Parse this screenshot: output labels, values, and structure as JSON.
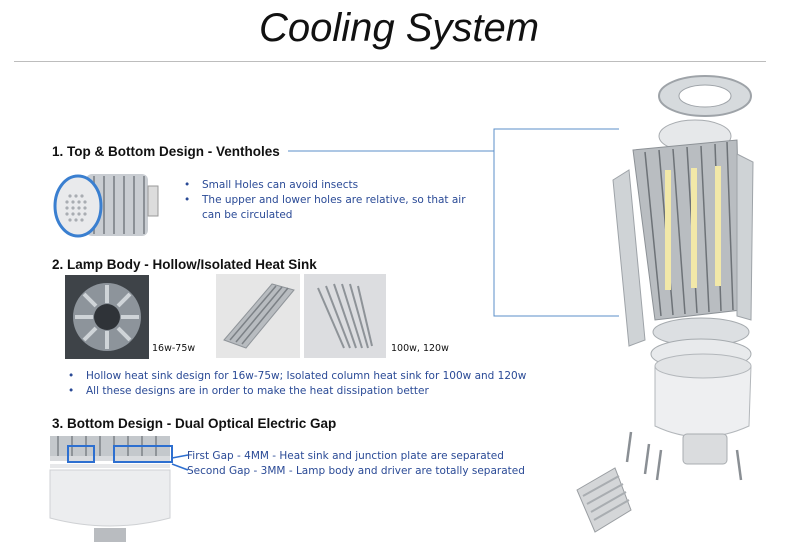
{
  "title": "Cooling System",
  "section1": {
    "heading": "1. Top & Bottom Design - Ventholes",
    "bullets": [
      "Small Holes can avoid insects",
      "The upper and lower holes are relative, so that air can be circulated"
    ]
  },
  "section2": {
    "heading": "2. Lamp Body - Hollow/Isolated Heat Sink",
    "caption_left": "16w-75w",
    "caption_right": "100w, 120w",
    "bullets": [
      "Hollow heat sink design for 16w-75w; Isolated column heat sink for 100w and 120w",
      "All these designs are in order to make the heat dissipation better"
    ]
  },
  "section3": {
    "heading": "3. Bottom Design - Dual Optical Electric Gap",
    "lines": [
      "First Gap - 4MM -  Heat sink and junction plate are separated",
      "Second Gap - 3MM - Lamp body and driver are totally separated"
    ]
  },
  "colors": {
    "accent_blue": "#2a4a96",
    "callout_line": "#5b8fc8"
  }
}
